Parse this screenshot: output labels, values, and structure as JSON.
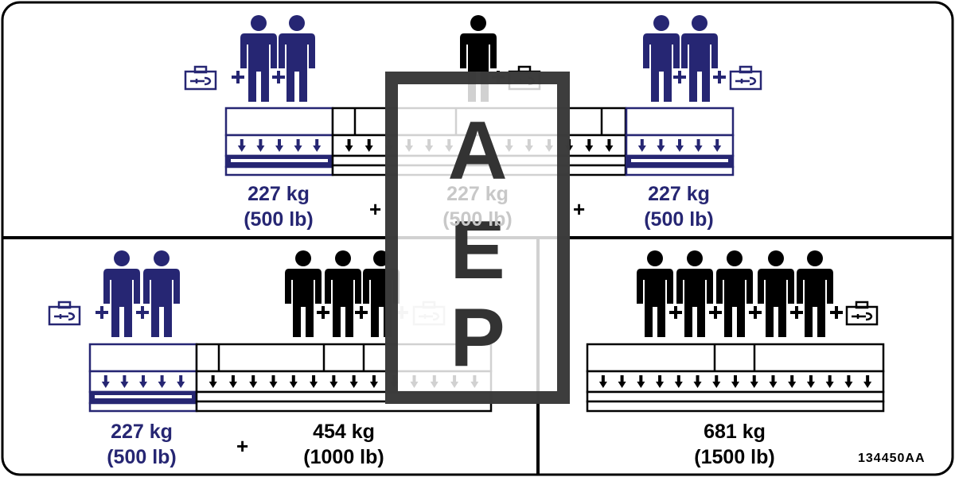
{
  "colors": {
    "blue": "#262673",
    "black": "#000000",
    "gray": "#c8c8c8",
    "aep_frame": "#333333"
  },
  "icons": [
    "person-icon",
    "toolbox-icon",
    "plus-icon",
    "down-arrow-icon",
    "platform-icon"
  ],
  "aep": {
    "letters": [
      "A",
      "E",
      "P"
    ]
  },
  "panels": {
    "top_left": {
      "kg": "227 kg",
      "lb": "(500 lb)",
      "persons": 2,
      "color": "blue"
    },
    "top_center": {
      "kg": "227 kg",
      "lb": "(500 lb)",
      "persons": 1,
      "color": "gray"
    },
    "top_right": {
      "kg": "227 kg",
      "lb": "(500 lb)",
      "persons": 2,
      "color": "blue"
    },
    "bottom_left_a": {
      "kg": "227 kg",
      "lb": "(500 lb)",
      "persons": 2,
      "color": "blue"
    },
    "bottom_left_b": {
      "kg": "454 kg",
      "lb": "(1000 lb)",
      "persons": 3,
      "color": "black"
    },
    "bottom_right": {
      "kg": "681 kg",
      "lb": "(1500 lb)",
      "persons": 5,
      "color": "black"
    }
  },
  "plus": "+",
  "ref_code": "134450AA"
}
